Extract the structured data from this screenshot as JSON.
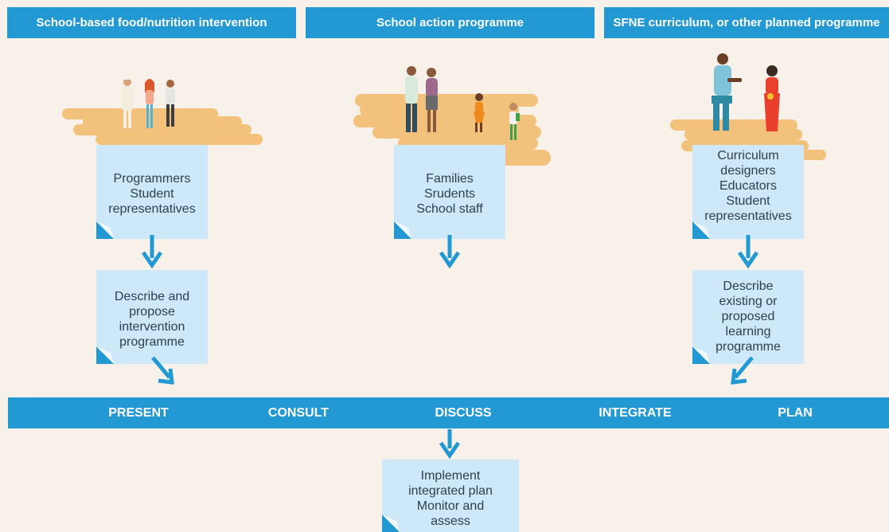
{
  "headers": {
    "school_based": "School-based food/nutrition intervention",
    "school_action": "School action programme",
    "sfne": "SFNE curriculum, or other planned programme"
  },
  "participants": {
    "left": "Programmers\nStudent\nrepresentatives",
    "middle": "Families\nSrudents\nSchool staff",
    "right": "Curriculum\ndesigners\nEducators\nStudent\nrepresentatives"
  },
  "describe": {
    "left": "Describe and\npropose\nintervention\nprogramme",
    "right": "Describe\nexisting or\nproposed\nlearning\nprogramme"
  },
  "stages": [
    "PRESENT",
    "CONSULT",
    "DISCUSS",
    "INTEGRATE",
    "PLAN"
  ],
  "outcome": "Implement\nintegrated plan\nMonitor and\nassess",
  "colors": {
    "accent_blue": "#2399d3",
    "note_fill": "#cde8f8",
    "ground_sand": "#f2c27d",
    "background": "#f7f1ea"
  }
}
